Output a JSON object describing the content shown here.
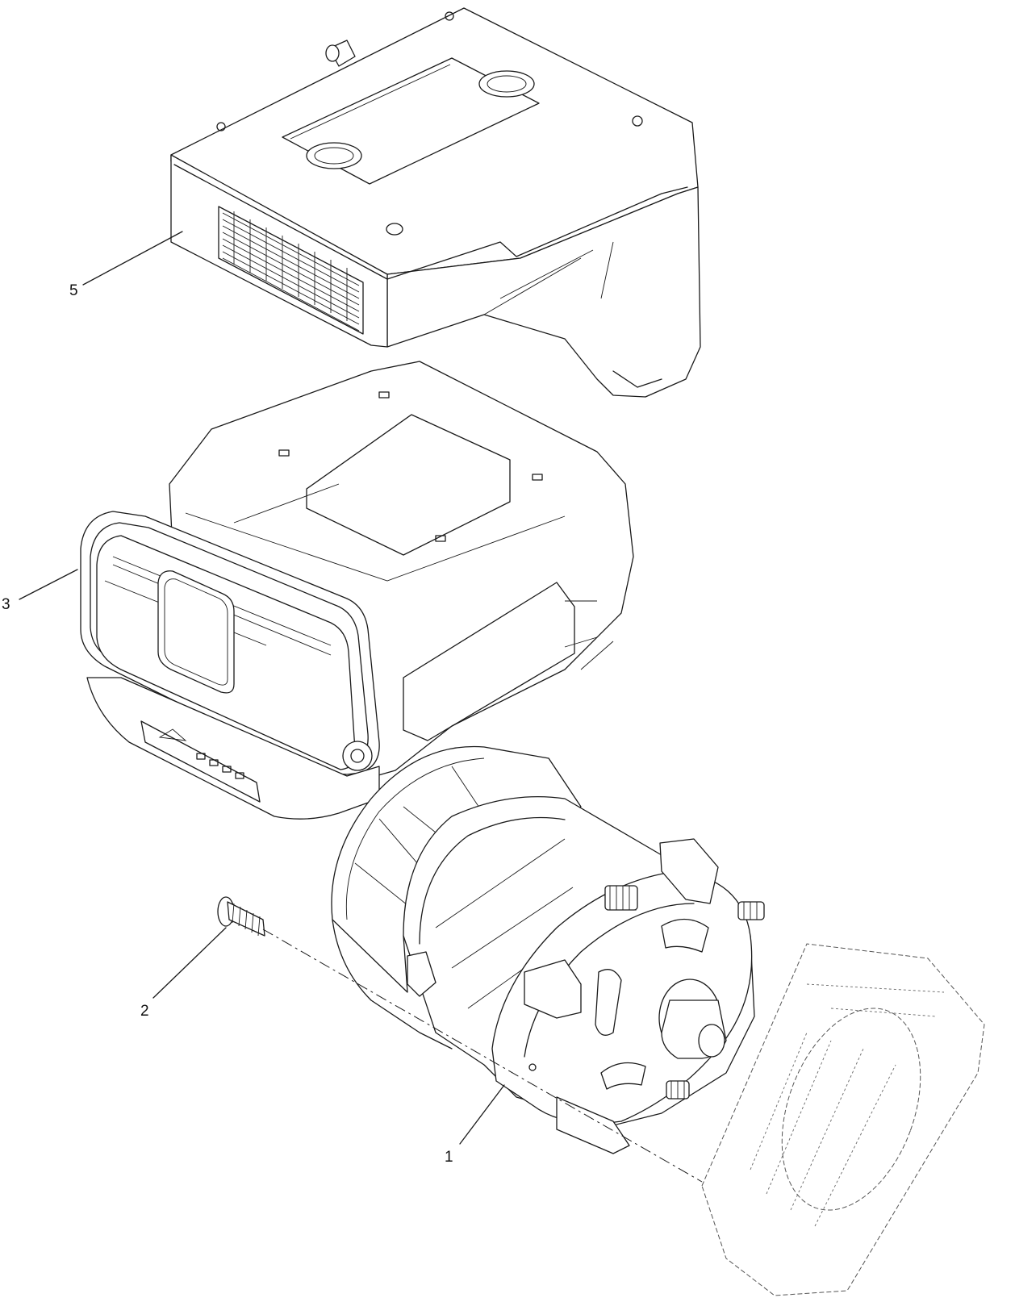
{
  "callouts": [
    {
      "id": "1",
      "label": "1"
    },
    {
      "id": "2",
      "label": "2"
    },
    {
      "id": "3",
      "label": "3"
    },
    {
      "id": "5",
      "label": "5"
    }
  ],
  "colors": {
    "line": "#1a1a1a",
    "background": "#ffffff"
  }
}
